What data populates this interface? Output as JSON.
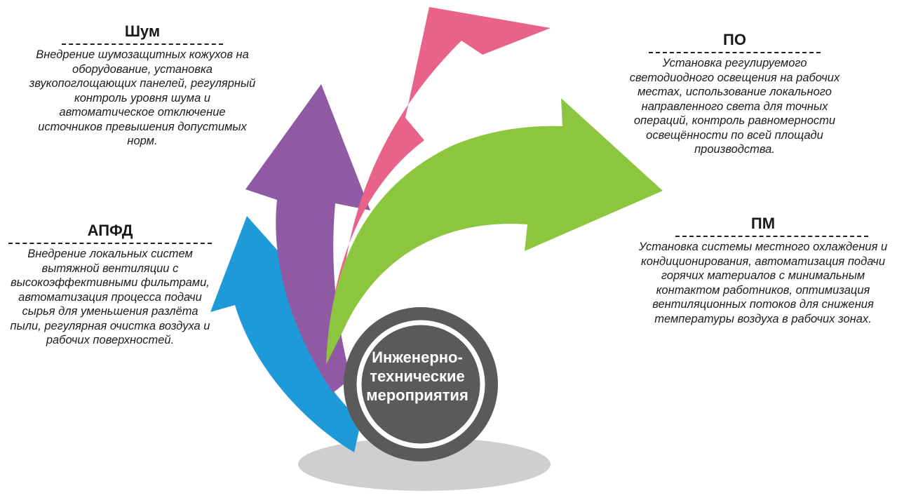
{
  "center": {
    "label": "Инженерно-технические мероприятия"
  },
  "sections": {
    "noise": {
      "title": "Шум",
      "text": "Внедрение шумозащитных кожухов на оборудование, установка звукопоглощающих панелей, регулярный контроль уровня шума и автоматическое отключение источников превышения допустимых норм."
    },
    "dust": {
      "title": "АПФД",
      "text": "Внедрение локальных систем вытяжной вентиляции с высокоэффективными фильтрами, автоматизация процесса подачи сырья для уменьшения разлёта пыли, регулярная очистка воздуха и рабочих поверхностей."
    },
    "lighting": {
      "title": "ПО",
      "text": "Установка регулируемого светодиодного освещения на рабочих местах, использование локального направленного света для точных операций, контроль равномерности освещённости по всей площади производства."
    },
    "microclimate": {
      "title": "ПМ",
      "text": "Установка системы местного охлаждения и кондиционирования, автоматизация подачи горячих материалов с минимальным контактом работников, оптимизация вентиляционных потоков для снижения температуры воздуха в рабочих зонах."
    }
  },
  "colors": {
    "blue": "#1f9ad8",
    "purple": "#8f5aa3",
    "pink": "#e8628a",
    "green": "#8cc63f",
    "circle": "#5a5a5a",
    "shadow": "#cfcfcf"
  }
}
